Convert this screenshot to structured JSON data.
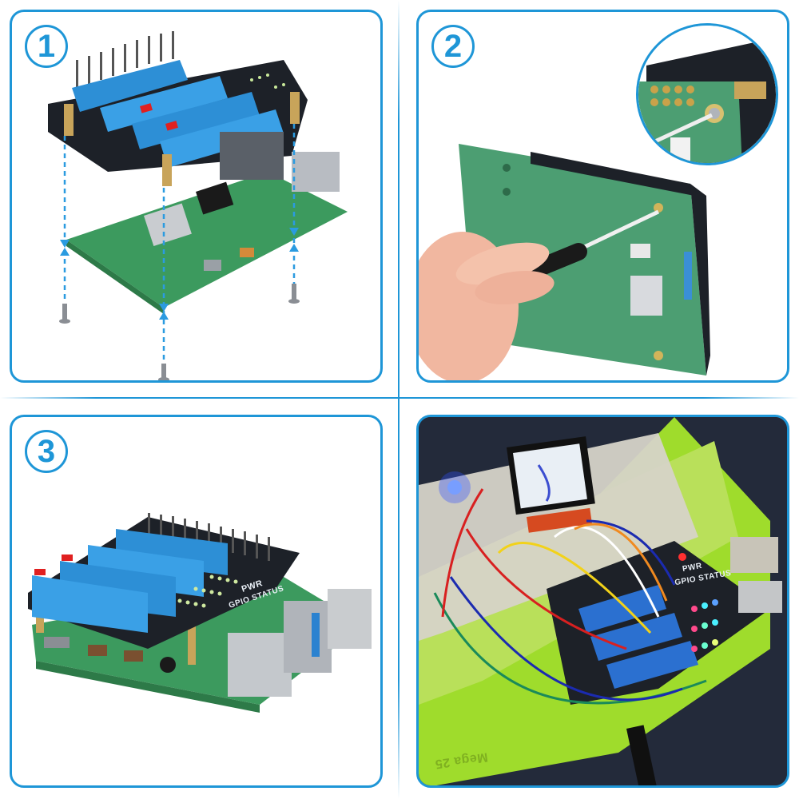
{
  "layout": {
    "rows": 2,
    "cols": 2,
    "accent_color": "#1e96d7"
  },
  "panels": [
    {
      "step": "1",
      "description": "Exploded assembly: terminal-block HAT with brass standoffs aligned above Raspberry Pi 4; dashed blue arrows show screws going up through board holes",
      "items": [
        "terminal-block-hat",
        "brass-standoffs",
        "raspberry-pi-4",
        "screws",
        "dashed-alignment-arrows"
      ]
    },
    {
      "step": "2",
      "description": "Hand tightening screw on underside of Raspberry Pi with screwdriver; circular zoom inset shows screw into standoff",
      "items": [
        "hand",
        "screwdriver",
        "raspberry-pi-underside",
        "zoom-inset"
      ]
    },
    {
      "step": "3",
      "description": "Assembled terminal HAT stacked on Raspberry Pi 4 with GPIO status LEDs",
      "hat_labels": {
        "pwr": "PWR",
        "gpio_status": "GPIO STATUS"
      },
      "items": [
        "terminal-block-hat",
        "raspberry-pi-4",
        "usb-ports",
        "ethernet-port"
      ]
    },
    {
      "step": "",
      "description": "Demo: Raspberry Pi with HAT on green case, wired to breadboard with LCD display and blue LED; GPIO status LEDs lit",
      "hat_labels": {
        "pwr": "PWR",
        "gpio_status": "GPIO STATUS"
      },
      "case_text": "Mega 25",
      "items": [
        "breadboard",
        "lcd-display",
        "blue-led",
        "jumper-wires",
        "green-case"
      ]
    }
  ]
}
